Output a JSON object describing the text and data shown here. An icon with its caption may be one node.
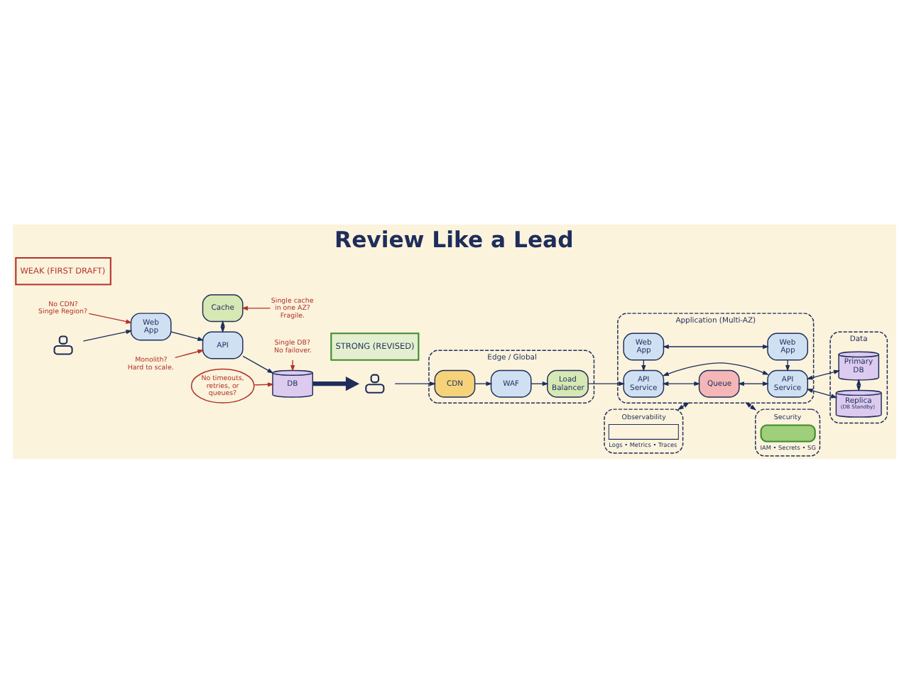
{
  "diagram": {
    "title": "Review Like a Lead",
    "nodes": [
      {
        "text": [
          "WEAK (FIRST DRAFT)"
        ]
      },
      {
        "text": [],
        "shape": "person"
      },
      {
        "text": [
          "Web App"
        ]
      },
      {
        "text": [
          "API"
        ]
      },
      {
        "text": [
          "Cache"
        ]
      },
      {
        "text": [
          "DB"
        ]
      },
      {
        "text": [
          "No CDN? Single Region?"
        ]
      },
      {
        "text": [
          "Single cache in one AZ? Fragile."
        ]
      },
      {
        "text": [
          "Single DB? No failover."
        ]
      },
      {
        "text": [
          "Monolith? Hard to scale."
        ]
      },
      {
        "text": [
          "No timeouts, retries, or queues?"
        ]
      },
      {
        "text": [
          "STRONG (REVISED)"
        ]
      },
      {
        "text": [],
        "shape": "person"
      },
      {
        "text": [
          "Edge / Global"
        ]
      },
      {
        "text": [
          "CDN"
        ],
        "in": 13
      },
      {
        "text": [
          "WAF"
        ],
        "in": 13
      },
      {
        "text": [
          "Load Balancer"
        ],
        "in": 13
      },
      {
        "text": [
          "Application (Multi-AZ)"
        ]
      },
      {
        "text": [
          "Web App"
        ],
        "in": 17
      },
      {
        "text": [
          "Web App"
        ],
        "in": 17
      },
      {
        "text": [
          "API Service"
        ],
        "in": 17
      },
      {
        "text": [
          "API Service"
        ],
        "in": 17
      },
      {
        "text": [
          "Queue"
        ],
        "in": 17
      },
      {
        "text": [
          "Data"
        ]
      },
      {
        "text": [
          "Primary DB"
        ],
        "in": 23
      },
      {
        "text": [
          "Replica",
          "(DB Standby)"
        ],
        "in": 23
      },
      {
        "text": [
          "Observability",
          "Logs • Metrics • Traces"
        ]
      },
      {
        "text": [
          "Security",
          "IAM • Secrets • SG"
        ]
      }
    ],
    "edges": [
      {
        "from": 1,
        "to": 2,
        "arrow": "to"
      },
      {
        "from": 2,
        "to": 3,
        "arrow": "to"
      },
      {
        "from": 3,
        "to": 5,
        "arrow": "to"
      },
      {
        "from": 4,
        "to": 3,
        "arrow": "both"
      },
      {
        "from": 6,
        "to": 2,
        "arrow": "to",
        "color": "#b3322b"
      },
      {
        "from": 7,
        "to": 4,
        "arrow": "to",
        "color": "#b3322b"
      },
      {
        "from": 8,
        "to": 5,
        "arrow": "to",
        "color": "#b3322b"
      },
      {
        "from": 9,
        "to": 3,
        "arrow": "to",
        "color": "#b3322b"
      },
      {
        "from": 10,
        "to": 5,
        "arrow": "to",
        "color": "#b3322b"
      },
      {
        "from": 5,
        "to": 12,
        "arrow": "to",
        "style": "thick"
      },
      {
        "from": 12,
        "to": 14,
        "arrow": "to"
      },
      {
        "from": 14,
        "to": 15,
        "arrow": "to"
      },
      {
        "from": 15,
        "to": 16,
        "arrow": "to"
      },
      {
        "from": 16,
        "to": 20,
        "arrow": "to"
      },
      {
        "from": 18,
        "to": 19,
        "arrow": "both"
      },
      {
        "from": 18,
        "to": 20,
        "arrow": "to"
      },
      {
        "from": 19,
        "to": 21,
        "arrow": "to"
      },
      {
        "from": 20,
        "to": 21,
        "arrow": "both"
      },
      {
        "from": 20,
        "to": 22,
        "arrow": "both"
      },
      {
        "from": 22,
        "to": 21,
        "arrow": "both"
      },
      {
        "from": 21,
        "to": 24,
        "arrow": "both"
      },
      {
        "from": 21,
        "to": 25,
        "arrow": "both"
      },
      {
        "from": 25,
        "to": 24,
        "arrow": "both"
      },
      {
        "from": 26,
        "to": 17,
        "arrow": "both"
      },
      {
        "from": 17,
        "to": 27,
        "arrow": "both"
      }
    ]
  }
}
